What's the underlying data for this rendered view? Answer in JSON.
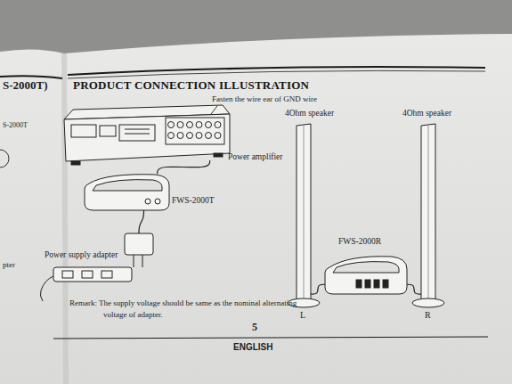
{
  "diagram": {
    "title": "PRODUCT CONNECTION ILLUSTRATION",
    "nodes": [
      {
        "text": [
          "Power amplifier"
        ]
      },
      {
        "text": [
          "FWS-2000T"
        ]
      },
      {
        "text": [
          "Power supply adapter"
        ]
      },
      {
        "text": [
          "4Ohm speaker"
        ]
      },
      {
        "text": [
          "4Ohm speaker"
        ]
      },
      {
        "text": [
          "FWS-2000R"
        ]
      }
    ],
    "edges": [
      {
        "from": 0,
        "to": 1,
        "arrow": "none"
      },
      {
        "from": 1,
        "to": 2,
        "arrow": "none"
      },
      {
        "from": 3,
        "to": 5,
        "arrow": "none"
      },
      {
        "from": 4,
        "to": 5,
        "arrow": "none"
      }
    ],
    "labels": [
      "S-2000T)",
      "S-2000T",
      "pter",
      "Fasten the wire ear of GND wire",
      "Remark: The supply voltage should be same as the nominal alternating voltage of adapter.",
      "L",
      "R",
      "5",
      "ENGLISH"
    ]
  }
}
